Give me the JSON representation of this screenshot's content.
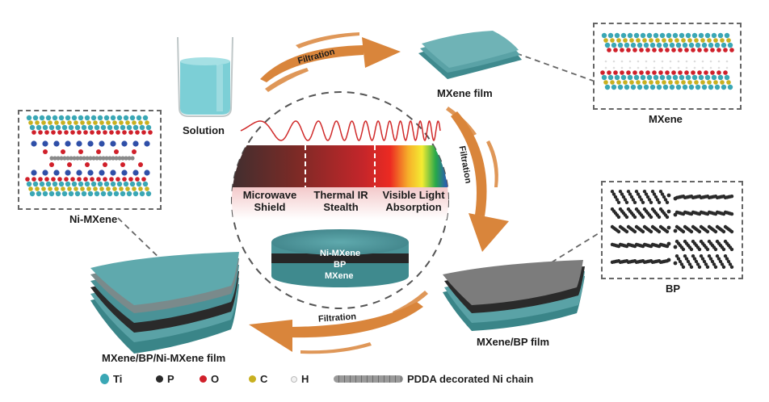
{
  "labels": {
    "solution": "Solution",
    "mxene_film": "MXene film",
    "mxene": "MXene",
    "ni_mxene": "Ni-MXene",
    "bp": "BP",
    "mxene_bp_film": "MXene/BP film",
    "mxene_bp_ni_film": "MXene/BP/Ni-MXene film"
  },
  "arrows": [
    {
      "label": "Filtration",
      "from": "Solution",
      "to": "MXene film"
    },
    {
      "label": "Filtration",
      "from": "MXene film",
      "to": "MXene/BP film"
    },
    {
      "label": "Filtration",
      "from": "MXene/BP film",
      "to": "MXene/BP/Ni-MXene film"
    }
  ],
  "center": {
    "bands": [
      {
        "line1": "Microwave",
        "line2": "Shield"
      },
      {
        "line1": "Thermal IR",
        "line2": "Stealth"
      },
      {
        "line1": "Visible Light",
        "line2": "Absorption"
      }
    ],
    "stack_layers": [
      "Ni-MXene",
      "BP",
      "MXene"
    ]
  },
  "legend": [
    {
      "symbol": "Ti",
      "color": "#3aa7b5"
    },
    {
      "symbol": "P",
      "color": "#2a2a2a"
    },
    {
      "symbol": "O",
      "color": "#d0202a"
    },
    {
      "symbol": "C",
      "color": "#c8b020"
    },
    {
      "symbol": "H",
      "color": "#f2f2f2"
    },
    {
      "symbol": "PDDA decorated Ni chain",
      "color": "#8a8a8a"
    }
  ],
  "colors": {
    "arrow": "#d9853b",
    "film": "#4f9ea3",
    "bp_sheet": "#3a3a3a",
    "dash": "#666666"
  }
}
